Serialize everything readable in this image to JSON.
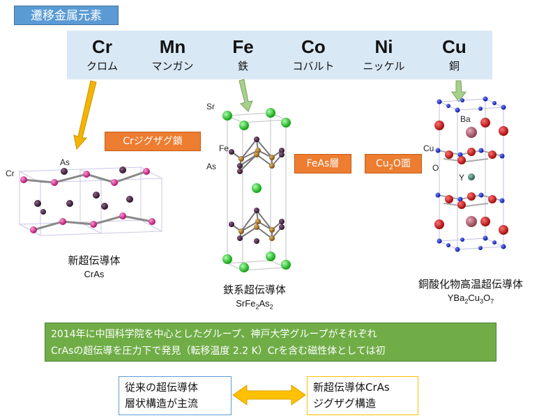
{
  "header": {
    "title": "遷移金属元素"
  },
  "elements": [
    {
      "symbol": "Cr",
      "name": "クロム"
    },
    {
      "symbol": "Mn",
      "name": "マンガン"
    },
    {
      "symbol": "Fe",
      "name": "鉄"
    },
    {
      "symbol": "Co",
      "name": "コバルト"
    },
    {
      "symbol": "Ni",
      "name": "ニッケル"
    },
    {
      "symbol": "Cu",
      "name": "銅"
    }
  ],
  "tags": {
    "cr_chain": "Crジグザグ鎖",
    "feas_layer": "FeAs層",
    "cu2o_prefix": "Cu",
    "cu2o_sub": "2",
    "cu2o_suffix": "O面"
  },
  "atom_labels": {
    "cras_cr": "Cr",
    "cras_as": "As",
    "fe_sr": "Sr",
    "fe_fe": "Fe",
    "fe_as": "As",
    "ybco_ba": "Ba",
    "ybco_cu": "Cu",
    "ybco_o": "O",
    "ybco_y": "Y"
  },
  "captions": {
    "cras_name": "新超伝導体",
    "cras_formula": "CrAs",
    "fe_name": "鉄系超伝導体",
    "fe_f1": "SrFe",
    "fe_s1": "2",
    "fe_f2": "As",
    "fe_s2": "2",
    "ybco_name": "銅酸化物高温超伝導体",
    "ybco_f1": "YBa",
    "ybco_s1": "2",
    "ybco_f2": "Cu",
    "ybco_s2": "3",
    "ybco_f3": "O",
    "ybco_s3": "7"
  },
  "summary": {
    "line1": "2014年に中国科学院を中心としたグループ、神戸大学グループがそれぞれ",
    "line2": "CrAsの超伝導を圧力下で発見（転移温度 2.2 K）Crを含む磁性体としては初"
  },
  "compare": {
    "left_line1": "従来の超伝導体",
    "left_line2": "層状構造が主流",
    "right_line1": "新超伝導体CrAs",
    "right_line2": "ジグザグ構造"
  },
  "colors": {
    "cr_atom": "#d6187f",
    "as_atom": "#3a1a35",
    "sr_atom": "#22c322",
    "fe_atom": "#9a6a1c",
    "ba_atom": "#b06070",
    "cu_atom": "#1c2cc8",
    "o_atom": "#d01818",
    "y_atom": "#3d7a6e",
    "arrow_orange": "#f4b400",
    "arrow_green": "#a8d08d"
  }
}
